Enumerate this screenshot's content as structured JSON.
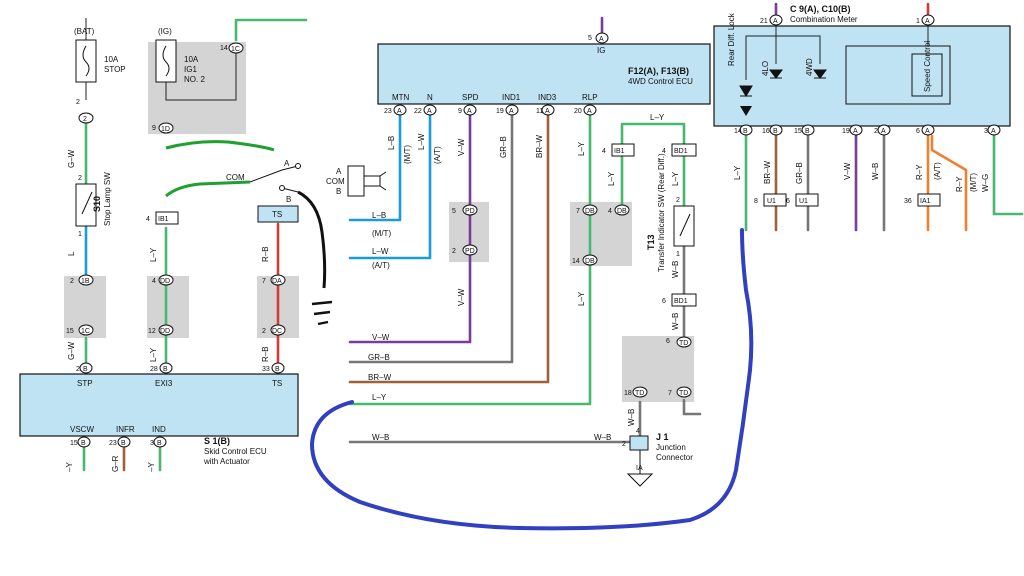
{
  "components": {
    "skid_ecu": {
      "ref": "S 1(B)",
      "name1": "Skid Control ECU",
      "name2": "with Actuator",
      "pins_top": [
        {
          "num": "2",
          "conn": "B",
          "label": "STP"
        },
        {
          "num": "28",
          "conn": "B",
          "label": "EXI3"
        },
        {
          "num": "33",
          "conn": "B",
          "label": "TS"
        }
      ],
      "pins_bottom": [
        {
          "num": "15",
          "conn": "B",
          "label": "VSCW"
        },
        {
          "num": "23",
          "conn": "B",
          "label": "INFR"
        },
        {
          "num": "3",
          "conn": "B",
          "label": "IND"
        }
      ]
    },
    "awd_ecu": {
      "ref": "F12(A), F13(B)",
      "name": "4WD Control ECU",
      "ig_pin": "5",
      "ig_conn": "A",
      "ig_label": "IG",
      "pins": [
        {
          "num": "23",
          "conn": "A",
          "label": "MTN"
        },
        {
          "num": "22",
          "conn": "A",
          "label": "N"
        },
        {
          "num": "9",
          "conn": "A",
          "label": "SPD"
        },
        {
          "num": "19",
          "conn": "A",
          "label": "IND1"
        },
        {
          "num": "11",
          "conn": "A",
          "label": "IND3"
        },
        {
          "num": "20",
          "conn": "A",
          "label": "RLP"
        }
      ]
    },
    "meter": {
      "ref": "C 9(A), C10(B)",
      "name": "Combination Meter",
      "top_pins": [
        {
          "num": "21",
          "conn": "A"
        },
        {
          "num": "1",
          "conn": "A"
        }
      ],
      "lamps": [
        "Rear Diff. Lock",
        "4LO",
        "4WD"
      ],
      "speed_label": "Speed Control",
      "bottom_pins": [
        {
          "num": "14",
          "conn": "B"
        },
        {
          "num": "16",
          "conn": "B"
        },
        {
          "num": "15",
          "conn": "B"
        },
        {
          "num": "19",
          "conn": "A"
        },
        {
          "num": "2",
          "conn": "A"
        },
        {
          "num": "6",
          "conn": "A"
        },
        {
          "num": "3",
          "conn": "A"
        }
      ]
    },
    "stop_sw": {
      "ref": "S10",
      "name": "Stop Lamp SW",
      "pin_top": "2",
      "pin_bottom": "1"
    },
    "transfer_sw": {
      "ref": "T13",
      "name": "Transfer Indicator SW (Rear Diff.)",
      "pin_top": "2",
      "pin_bottom": "1"
    },
    "junction": {
      "ref": "J 1",
      "name1": "Junction",
      "name2": "Connector",
      "pin_top": "4",
      "pin_left": "2",
      "ground": "IA"
    }
  },
  "fuses": [
    {
      "label_top": "(BAT)",
      "amp": "10A",
      "name": "STOP",
      "pin": "2",
      "conn": "2"
    },
    {
      "label_top": "(IG)",
      "amp": "10A",
      "name": "IG1",
      "name2": "NO. 2",
      "pin": "14",
      "conn": "1C",
      "pin2": "9",
      "conn2": "1D"
    }
  ],
  "connectors": {
    "ib1_left": {
      "pin": "4",
      "id": "IB1"
    },
    "ts_box": {
      "id": "TS"
    },
    "c1b": {
      "top": "2",
      "bottom": "15",
      "id_top": "1B",
      "id_bottom": "1C"
    },
    "cdd": {
      "top": "4",
      "bottom": "12",
      "id_top": "DD",
      "id_bottom": "DD"
    },
    "cda": {
      "top": "7",
      "bottom": "2",
      "id_top": "DA",
      "id_bottom": "DC"
    },
    "cpd": {
      "top": "5",
      "bottom": "2",
      "id": "PD"
    },
    "cib1_right": {
      "pin": "4",
      "id": "IB1"
    },
    "cbd1_top": {
      "pin": "4",
      "id": "BD1"
    },
    "cbd1_mid": {
      "pin": "6",
      "id": "BD1"
    },
    "cdb": {
      "left": "7",
      "right": "4",
      "bottom": "14",
      "id": "DB"
    },
    "ctd": {
      "top": "6",
      "left": "18",
      "right": "7",
      "id": "TD"
    },
    "cu1a": {
      "pin": "8",
      "id": "U1"
    },
    "cu1b": {
      "pin": "6",
      "id": "U1"
    },
    "cia1": {
      "pin": "36",
      "id": "IA1"
    }
  },
  "wire_labels": {
    "gw": "G–W",
    "l": "L",
    "ly": "L–Y",
    "rb": "R–B",
    "lb": "L–B",
    "lw": "L–W",
    "vw": "V–W",
    "grb": "GR–B",
    "brw": "BR–W",
    "wb": "W–B",
    "gr": "G–R",
    "ry": "R–Y",
    "wg": "W–G",
    "mt": "(M/T)",
    "at": "(A/T)",
    "y": "–Y"
  },
  "annotations": {
    "com1": "COM",
    "a": "A",
    "b": "B",
    "com2": "COM",
    "a2": "A",
    "b2": "B"
  },
  "colors": {
    "green": "#48b870",
    "blue": "#1a9be0",
    "red": "#d43a3a",
    "purple": "#7a3b9a",
    "gray": "#777777",
    "brown": "#a0603a",
    "orange": "#f08030",
    "sketch_blue": "#3040c0",
    "sketch_green": "#1fa030"
  }
}
